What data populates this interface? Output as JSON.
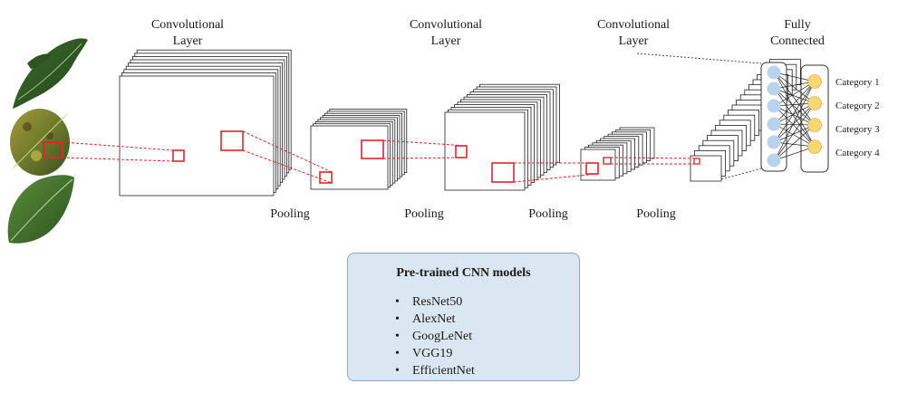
{
  "labels": {
    "conv1": "Convolutional\nLayer",
    "conv2": "Convolutional\nLayer",
    "conv3": "Convolutional\nLayer",
    "fc": "Fully\nConnected",
    "pool1": "Pooling",
    "pool2": "Pooling",
    "pool3": "Pooling",
    "pool4": "Pooling"
  },
  "categories": [
    "Category 1",
    "Category 2",
    "Category 3",
    "Category 4"
  ],
  "models_panel": {
    "title": "Pre-trained CNN models",
    "items": [
      "ResNet50",
      "AlexNet",
      "GoogLeNet",
      "VGG19",
      "EfficientNet"
    ]
  },
  "colors": {
    "highlight": "#e0262b",
    "input_node": "#b9d3ec",
    "output_node": "#f7d774",
    "leaf_dark": "#2f5a25",
    "leaf_mid": "#4d7a33",
    "panel_fill": "#dbe6f3",
    "panel_border": "#8aa6c8"
  }
}
